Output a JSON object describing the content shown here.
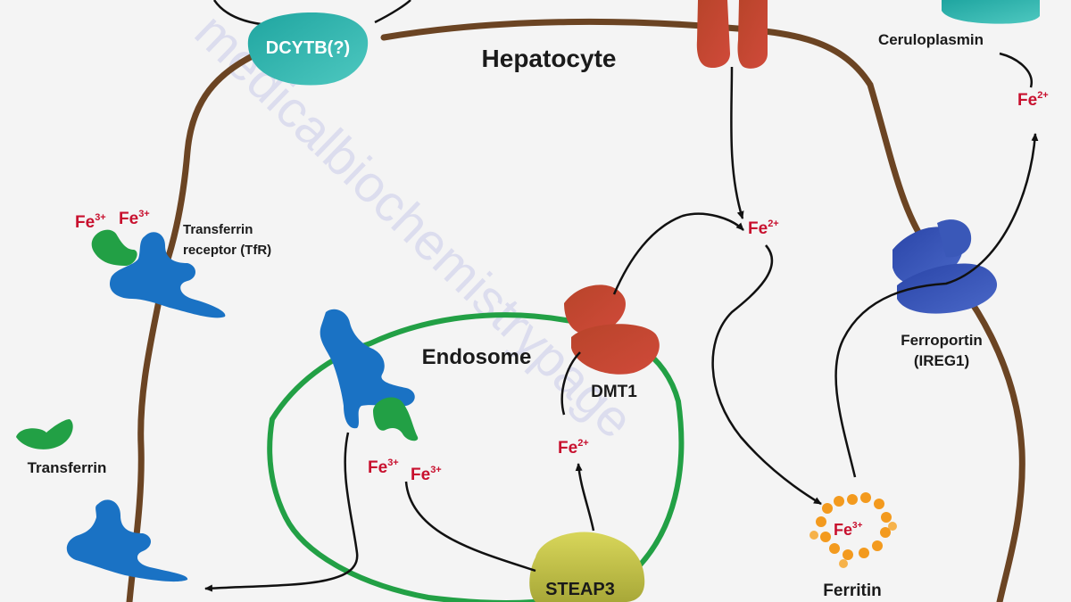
{
  "title": "Hepatocyte",
  "labels": {
    "dcytb": "DCYTB(?)",
    "ceruloplasmin": "Ceruloplasmin",
    "tfr_line1": "Transferrin",
    "tfr_line2": "receptor (TfR)",
    "transferrin": "Transferrin",
    "endosome": "Endosome",
    "dmt1": "DMT1",
    "steap3": "STEAP3",
    "ferroportin_line1": "Ferroportin",
    "ferroportin_line2": "(IREG1)",
    "ferritin": "Ferritin"
  },
  "ions": {
    "fe3_base": "Fe",
    "fe3_charge": "3+",
    "fe2_base": "Fe",
    "fe2_charge": "2+"
  },
  "watermark": "medicalbiochemistrypage",
  "colors": {
    "membrane": "#6b4423",
    "endosome": "#22a045",
    "receptor": "#1a72c4",
    "transferrin": "#22a045",
    "ion_text": "#c8102e",
    "ferritin": "#f39a1e",
    "dcytb": "#2bb3b0",
    "steap3": "#c7c64a",
    "ferroportin": "#2f4fb0",
    "dmt1": "#c0452a"
  }
}
